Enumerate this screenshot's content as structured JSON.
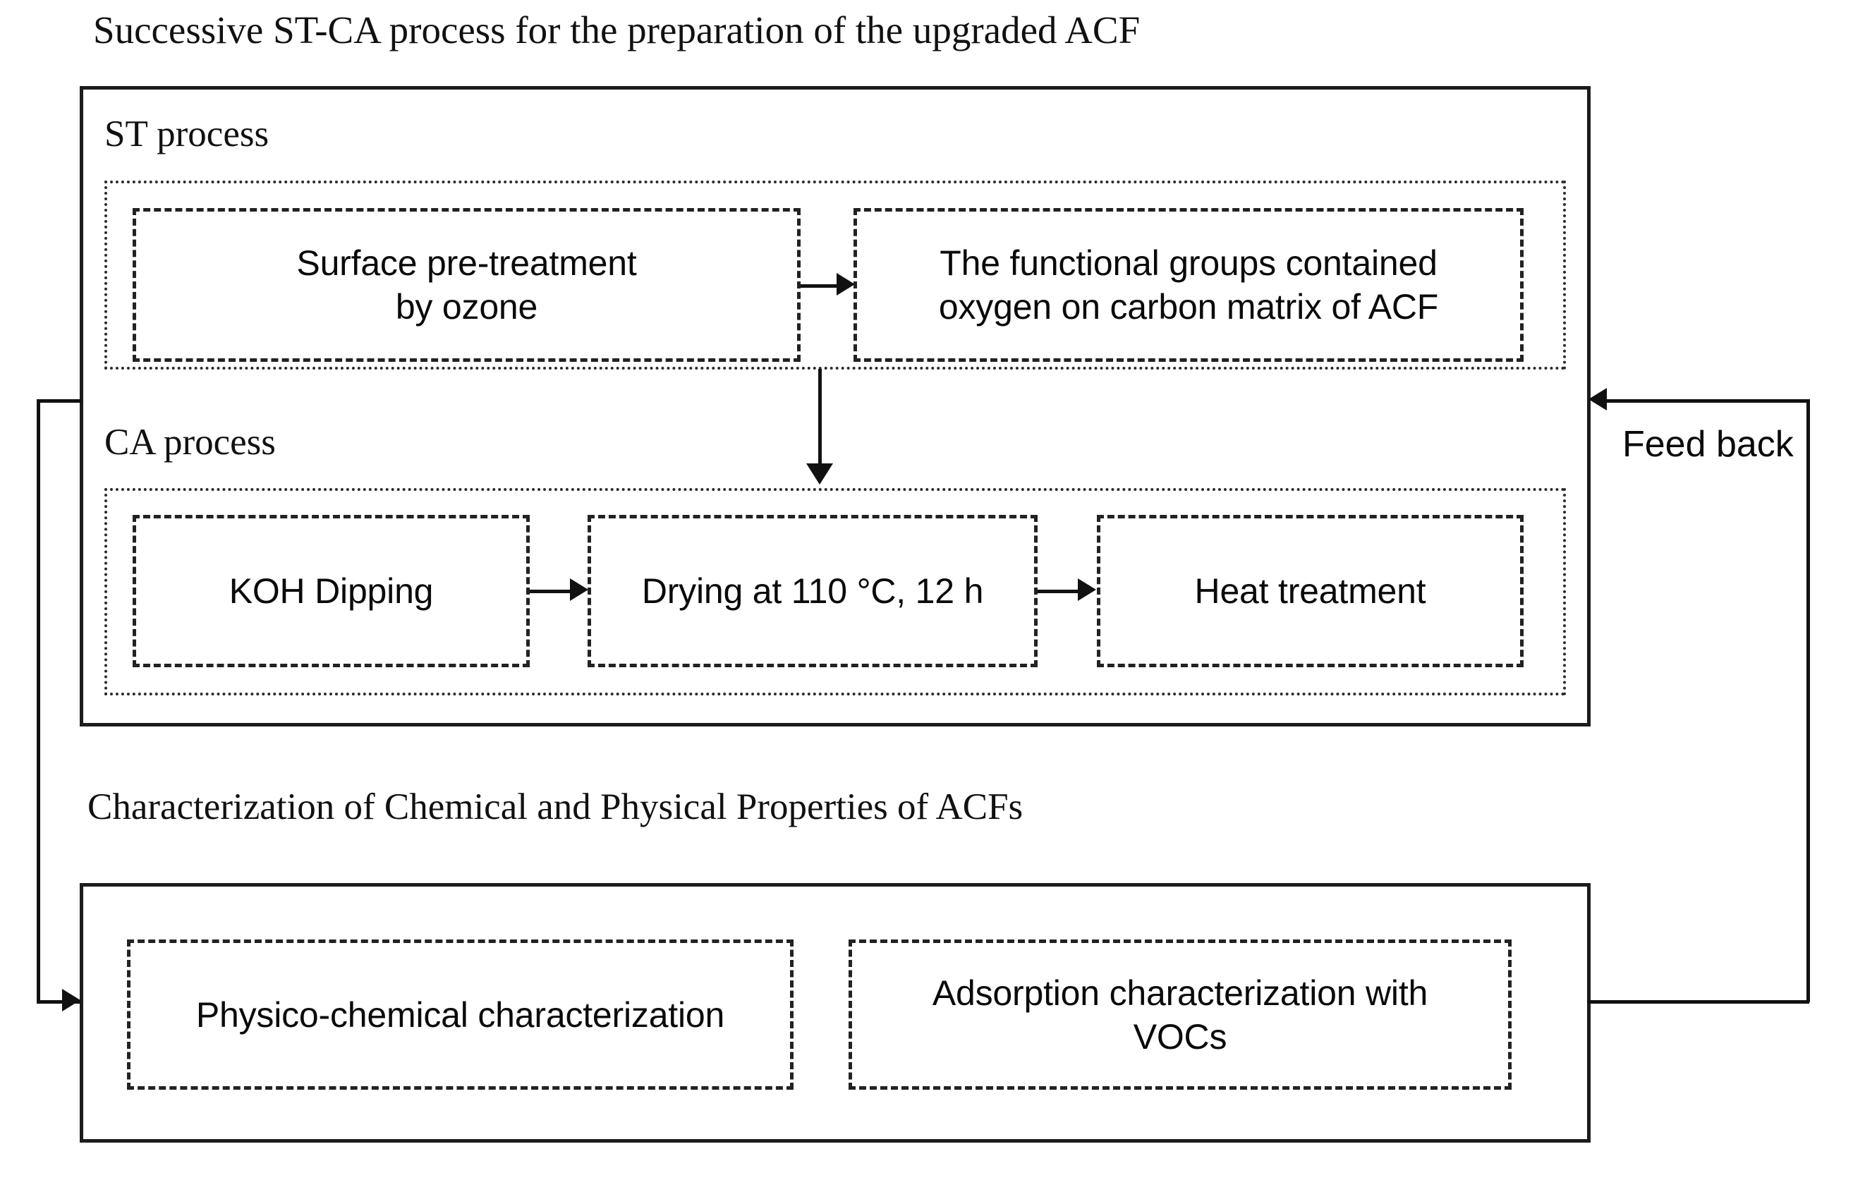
{
  "diagram": {
    "title": "Successive ST-CA process for the preparation of the upgraded ACF",
    "sections": {
      "st": {
        "caption": "ST process",
        "nodes": [
          {
            "id": "ozone",
            "label": "Surface pre-treatment\nby ozone"
          },
          {
            "id": "functional-groups",
            "label": "The functional groups contained\noxygen on carbon matrix of ACF"
          }
        ]
      },
      "ca": {
        "caption": "CA process",
        "nodes": [
          {
            "id": "koh-dipping",
            "label": "KOH Dipping"
          },
          {
            "id": "drying",
            "label": "Drying at 110 °C, 12 h"
          },
          {
            "id": "heat-treatment",
            "label": "Heat treatment"
          }
        ]
      },
      "characterization": {
        "caption": "Characterization of Chemical and Physical Properties of ACFs",
        "nodes": [
          {
            "id": "physico-chemical",
            "label": "Physico-chemical characterization"
          },
          {
            "id": "adsorption-vocs",
            "label": "Adsorption characterization with\nVOCs"
          }
        ]
      }
    },
    "connectors": {
      "feedback_label": "Feed back"
    },
    "colors": {
      "stroke": "#111111",
      "frame": "#1c1c1c",
      "text": "#0a0a0a",
      "background": "#ffffff"
    }
  }
}
